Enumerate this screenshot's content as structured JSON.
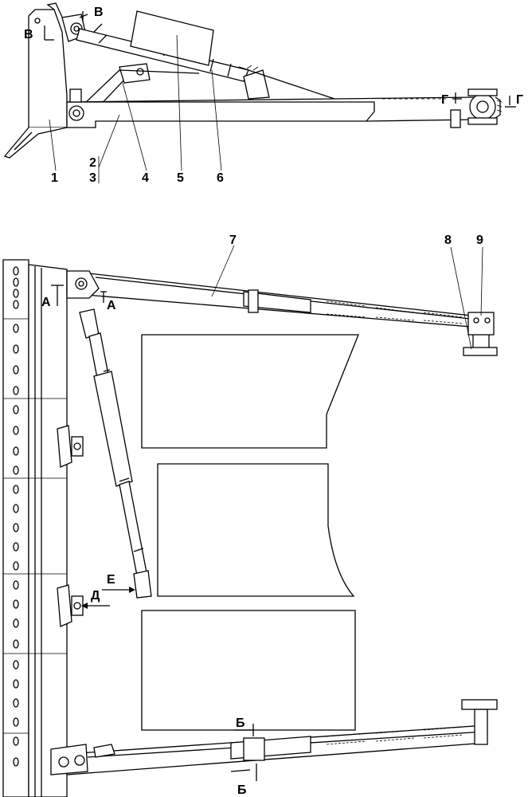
{
  "callouts": {
    "c1": "1",
    "c2": "2",
    "c3": "3",
    "c4": "4",
    "c5": "5",
    "c6": "6",
    "c7": "7",
    "c8": "8",
    "c9": "9"
  },
  "section_marks": {
    "v_left": "В",
    "v_right": "В",
    "g_left": "Г",
    "g_right": "Г",
    "a_left": "А",
    "a_right": "А",
    "b_top": "Б",
    "b_bottom": "Б",
    "e": "Е",
    "d": "Д"
  },
  "colors": {
    "line": "#000000",
    "background": "#ffffff"
  }
}
